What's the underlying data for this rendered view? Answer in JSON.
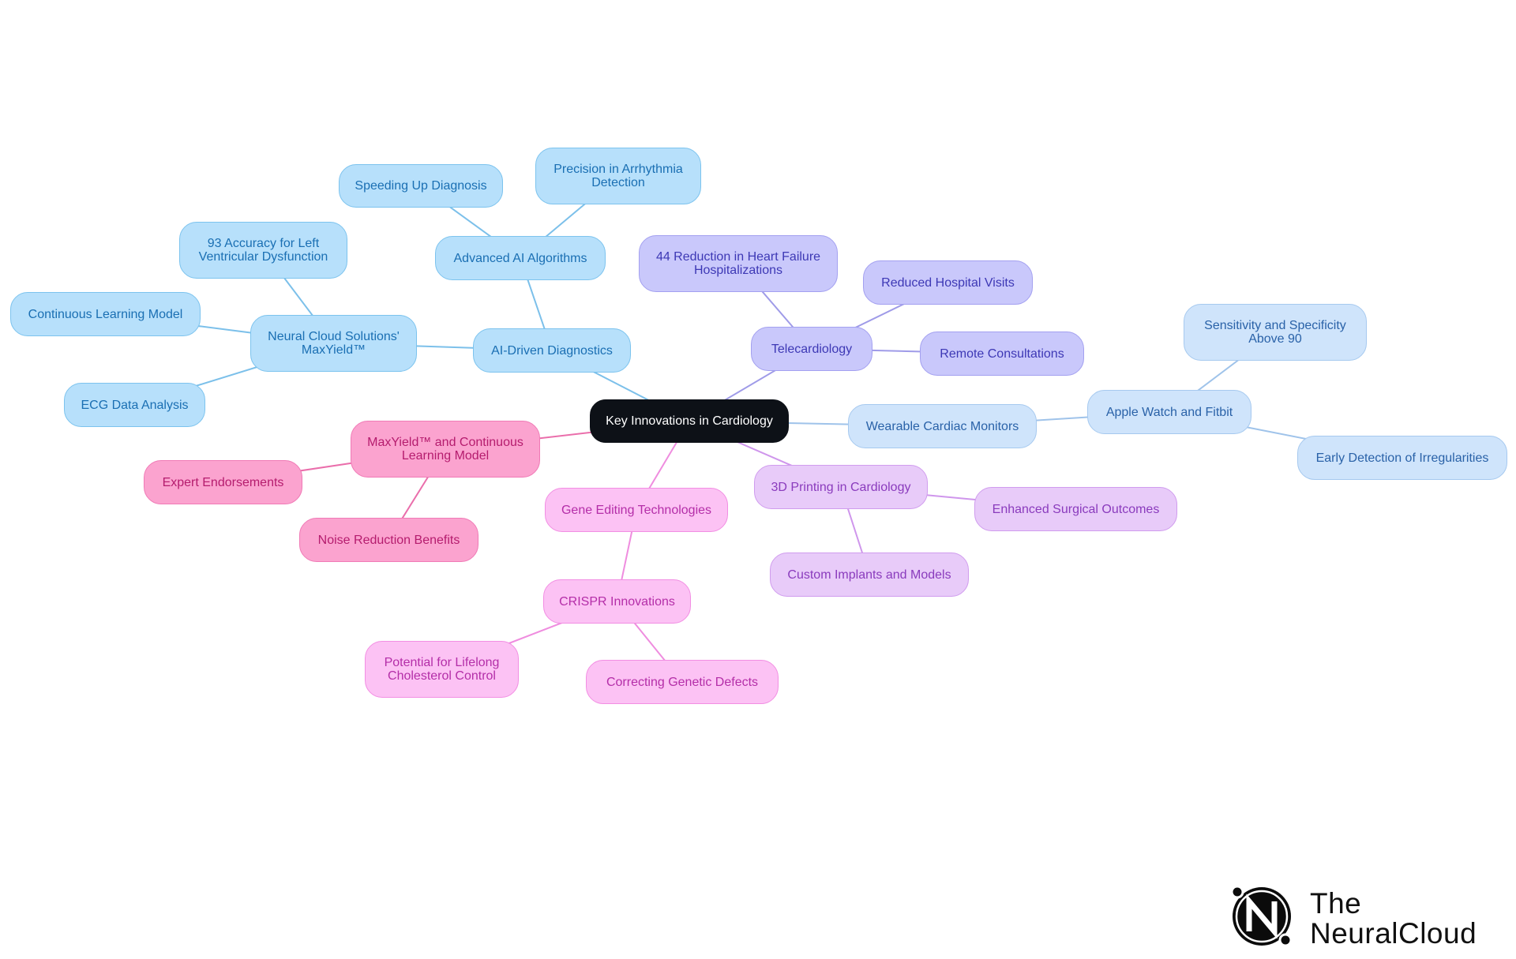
{
  "diagram": {
    "root": "Key Innovations in Cardiology",
    "branches": {
      "ai": {
        "label": "AI-Driven Diagnostics",
        "color": "#b7e0fb",
        "border": "#7cc3ee",
        "text": "#1a6fb3",
        "line": "#7cc0ea",
        "children": {
          "algorithms": {
            "label": "Advanced AI Algorithms",
            "children": {
              "speed": "Speeding Up Diagnosis",
              "precision": "Precision in Arrhythmia\nDetection"
            }
          },
          "maxyield": {
            "label": "Neural Cloud Solutions'\nMaxYield™",
            "children": {
              "accuracy": "93 Accuracy for Left\nVentricular Dysfunction",
              "learning": "Continuous Learning Model",
              "ecg": "ECG Data Analysis"
            }
          }
        }
      },
      "tele": {
        "label": "Telecardiology",
        "color": "#c9c8fb",
        "border": "#a3a0f0",
        "text": "#3d38b5",
        "line": "#9f9be8",
        "children": {
          "reduction": "44 Reduction in Heart Failure\nHospitalizations",
          "visits": "Reduced Hospital Visits",
          "remote": "Remote Consultations"
        }
      },
      "wearable": {
        "label": "Wearable Cardiac Monitors",
        "color": "#cfe4fb",
        "border": "#a6c9ef",
        "text": "#2a62a8",
        "line": "#9fc3ea",
        "children": {
          "apple": {
            "label": "Apple Watch and Fitbit",
            "children": {
              "sensitivity": "Sensitivity and Specificity\nAbove 90",
              "early": "Early Detection of Irregularities"
            }
          }
        }
      },
      "printing": {
        "label": "3D Printing in Cardiology",
        "color": "#e8cbf9",
        "border": "#d09cee",
        "text": "#8a3bbd",
        "line": "#cf96ec",
        "children": {
          "surgical": "Enhanced Surgical Outcomes",
          "implants": "Custom Implants and Models"
        }
      },
      "gene": {
        "label": "Gene Editing Technologies",
        "color": "#fcc2f4",
        "border": "#f28ee3",
        "text": "#b42ea8",
        "line": "#ef8ddf",
        "children": {
          "crispr": {
            "label": "CRISPR Innovations",
            "children": {
              "cholesterol": "Potential for Lifelong\nCholesterol Control",
              "defects": "Correcting Genetic Defects"
            }
          }
        }
      },
      "maxyield_model": {
        "label": "MaxYield™ and Continuous\nLearning Model",
        "color": "#fba3cf",
        "border": "#f07ab6",
        "text": "#b51c6e",
        "line": "#ea6eab",
        "children": {
          "endorse": "Expert Endorsements",
          "noise": "Noise Reduction Benefits"
        }
      }
    }
  },
  "logo": {
    "line1": "The",
    "line2": "NeuralCloud",
    "icon": "neuralcloud-logo-icon"
  }
}
